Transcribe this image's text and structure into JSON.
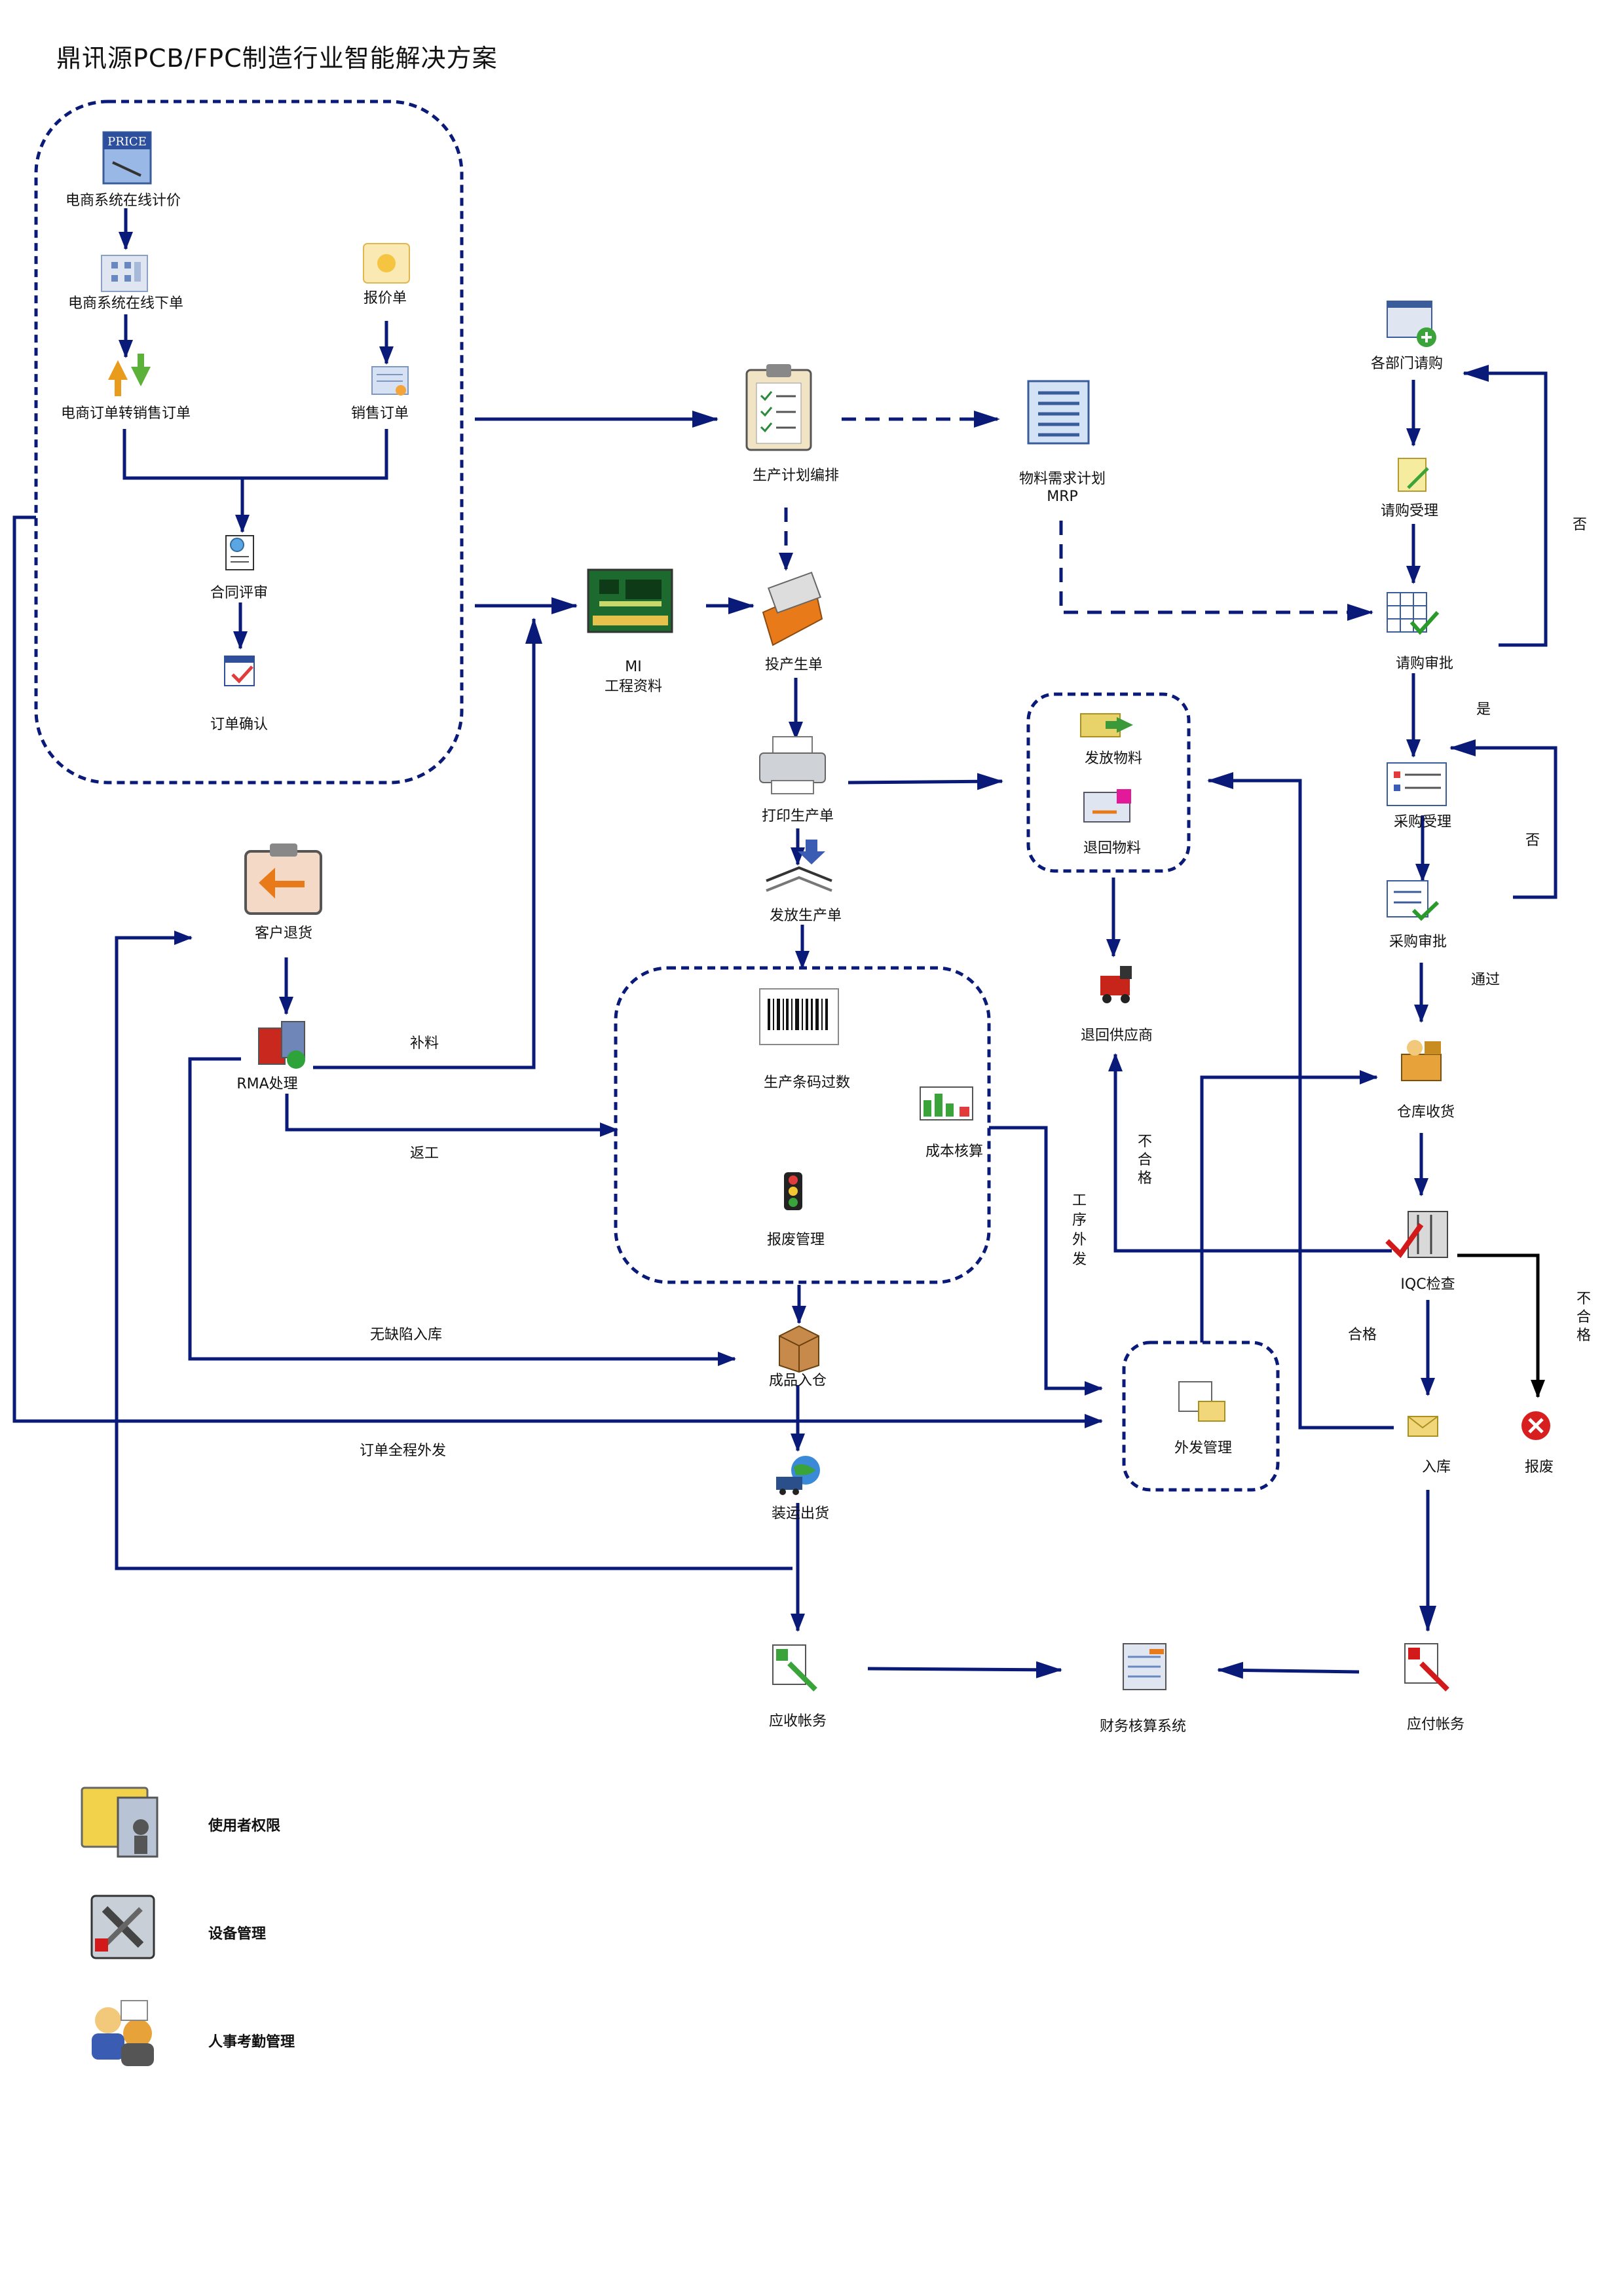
{
  "title": "鼎讯源PCB/FPC制造行业智能解决方案",
  "nodes": {
    "online_pricing": "电商系统在线计价",
    "online_order": "电商系统在线下单",
    "quotation": "报价单",
    "ec_to_sales": "电商订单转销售订单",
    "sales_order": "销售订单",
    "contract_review": "合同评审",
    "order_confirm": "订单确认",
    "production_plan": "生产计划编排",
    "mrp_name": "物料需求计划",
    "mrp_abbr": "MRP",
    "mi_abbr": "MI",
    "mi_name": "工程资料",
    "production_order": "投产生单",
    "print_order": "打印生产单",
    "issue_order": "发放生产单",
    "issue_material": "发放物料",
    "return_material": "退回物料",
    "return_supplier": "退回供应商",
    "dept_request": "各部门请购",
    "request_accept": "请购受理",
    "request_approve": "请购审批",
    "purchase_accept": "采购受理",
    "purchase_approve": "采购审批",
    "warehouse_receive": "仓库收货",
    "iqc": "IQC检查",
    "stock_in": "入库",
    "scrap": "报废",
    "customer_return": "客户退货",
    "rma": "RMA处理",
    "barcode": "生产条码过数",
    "cost": "成本核算",
    "scrap_mgmt": "报废管理",
    "finished_goods": "成品入仓",
    "outsource": "外发管理",
    "shipping": "装运出货",
    "receivable": "应收帐务",
    "finance": "财务核算系统",
    "payable": "应付帐务"
  },
  "edge_labels": {
    "replenish": "补料",
    "rework": "返工",
    "no_defect_in": "无缺陷入库",
    "order_outsource": "订单全程外发",
    "process_outsource": [
      "工",
      "序",
      "外",
      "发"
    ],
    "no": "否",
    "yes": "是",
    "pass": "通过",
    "qualified": "合格",
    "unqualified": [
      "不",
      "合",
      "格"
    ]
  },
  "legend": {
    "user_rights": "使用者权限",
    "equipment": "设备管理",
    "hr": "人事考勤管理"
  },
  "colors": {
    "line": "#0a1a78",
    "black_line": "#000000"
  }
}
